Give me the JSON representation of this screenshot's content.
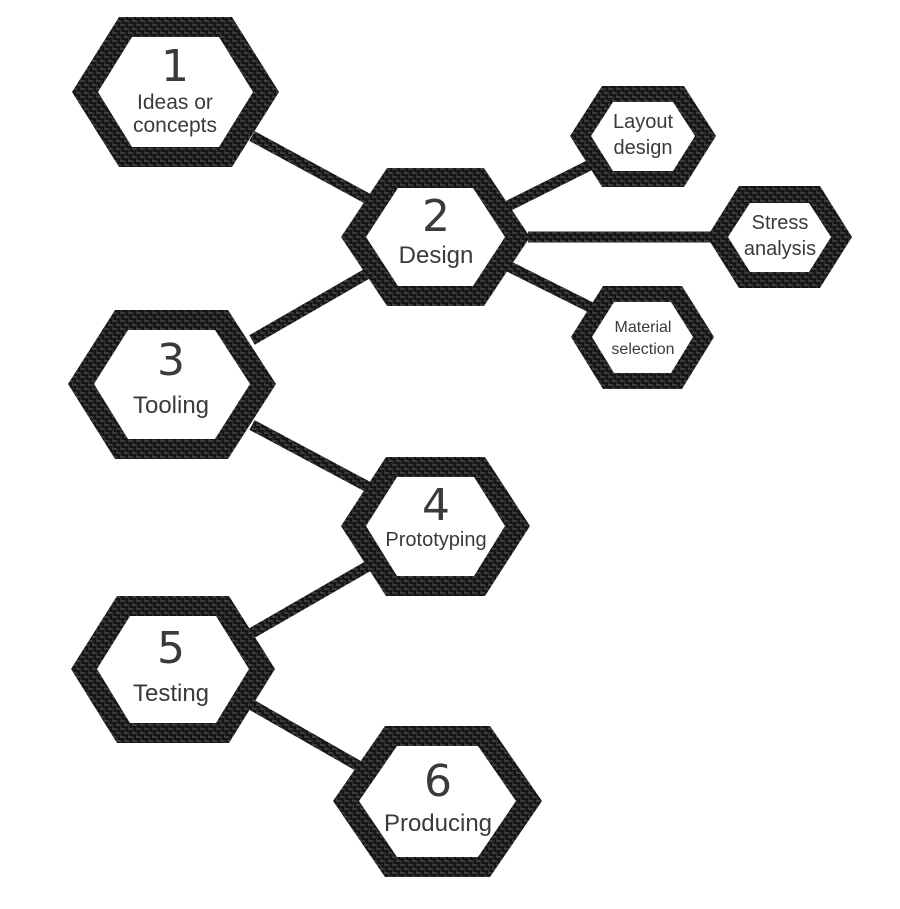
{
  "nodes": {
    "ideas": {
      "number": "1",
      "label_lines": [
        "Ideas or",
        "concepts"
      ]
    },
    "design": {
      "number": "2",
      "label_lines": [
        "Design"
      ]
    },
    "tooling": {
      "number": "3",
      "label_lines": [
        "Tooling"
      ]
    },
    "prototyping": {
      "number": "4",
      "label_lines": [
        "Prototyping"
      ]
    },
    "testing": {
      "number": "5",
      "label_lines": [
        "Testing"
      ]
    },
    "producing": {
      "number": "6",
      "label_lines": [
        "Producing"
      ]
    },
    "layout_design": {
      "label_lines": [
        "Layout",
        "design"
      ]
    },
    "stress_analysis": {
      "label_lines": [
        "Stress",
        "analysis"
      ]
    },
    "material_selection": {
      "label_lines": [
        "Material",
        "selection"
      ]
    }
  },
  "colors": {
    "carbon_dark": "#121212",
    "carbon_light": "#3c3c3c",
    "text": "#3a3a3a",
    "background": "#ffffff"
  }
}
